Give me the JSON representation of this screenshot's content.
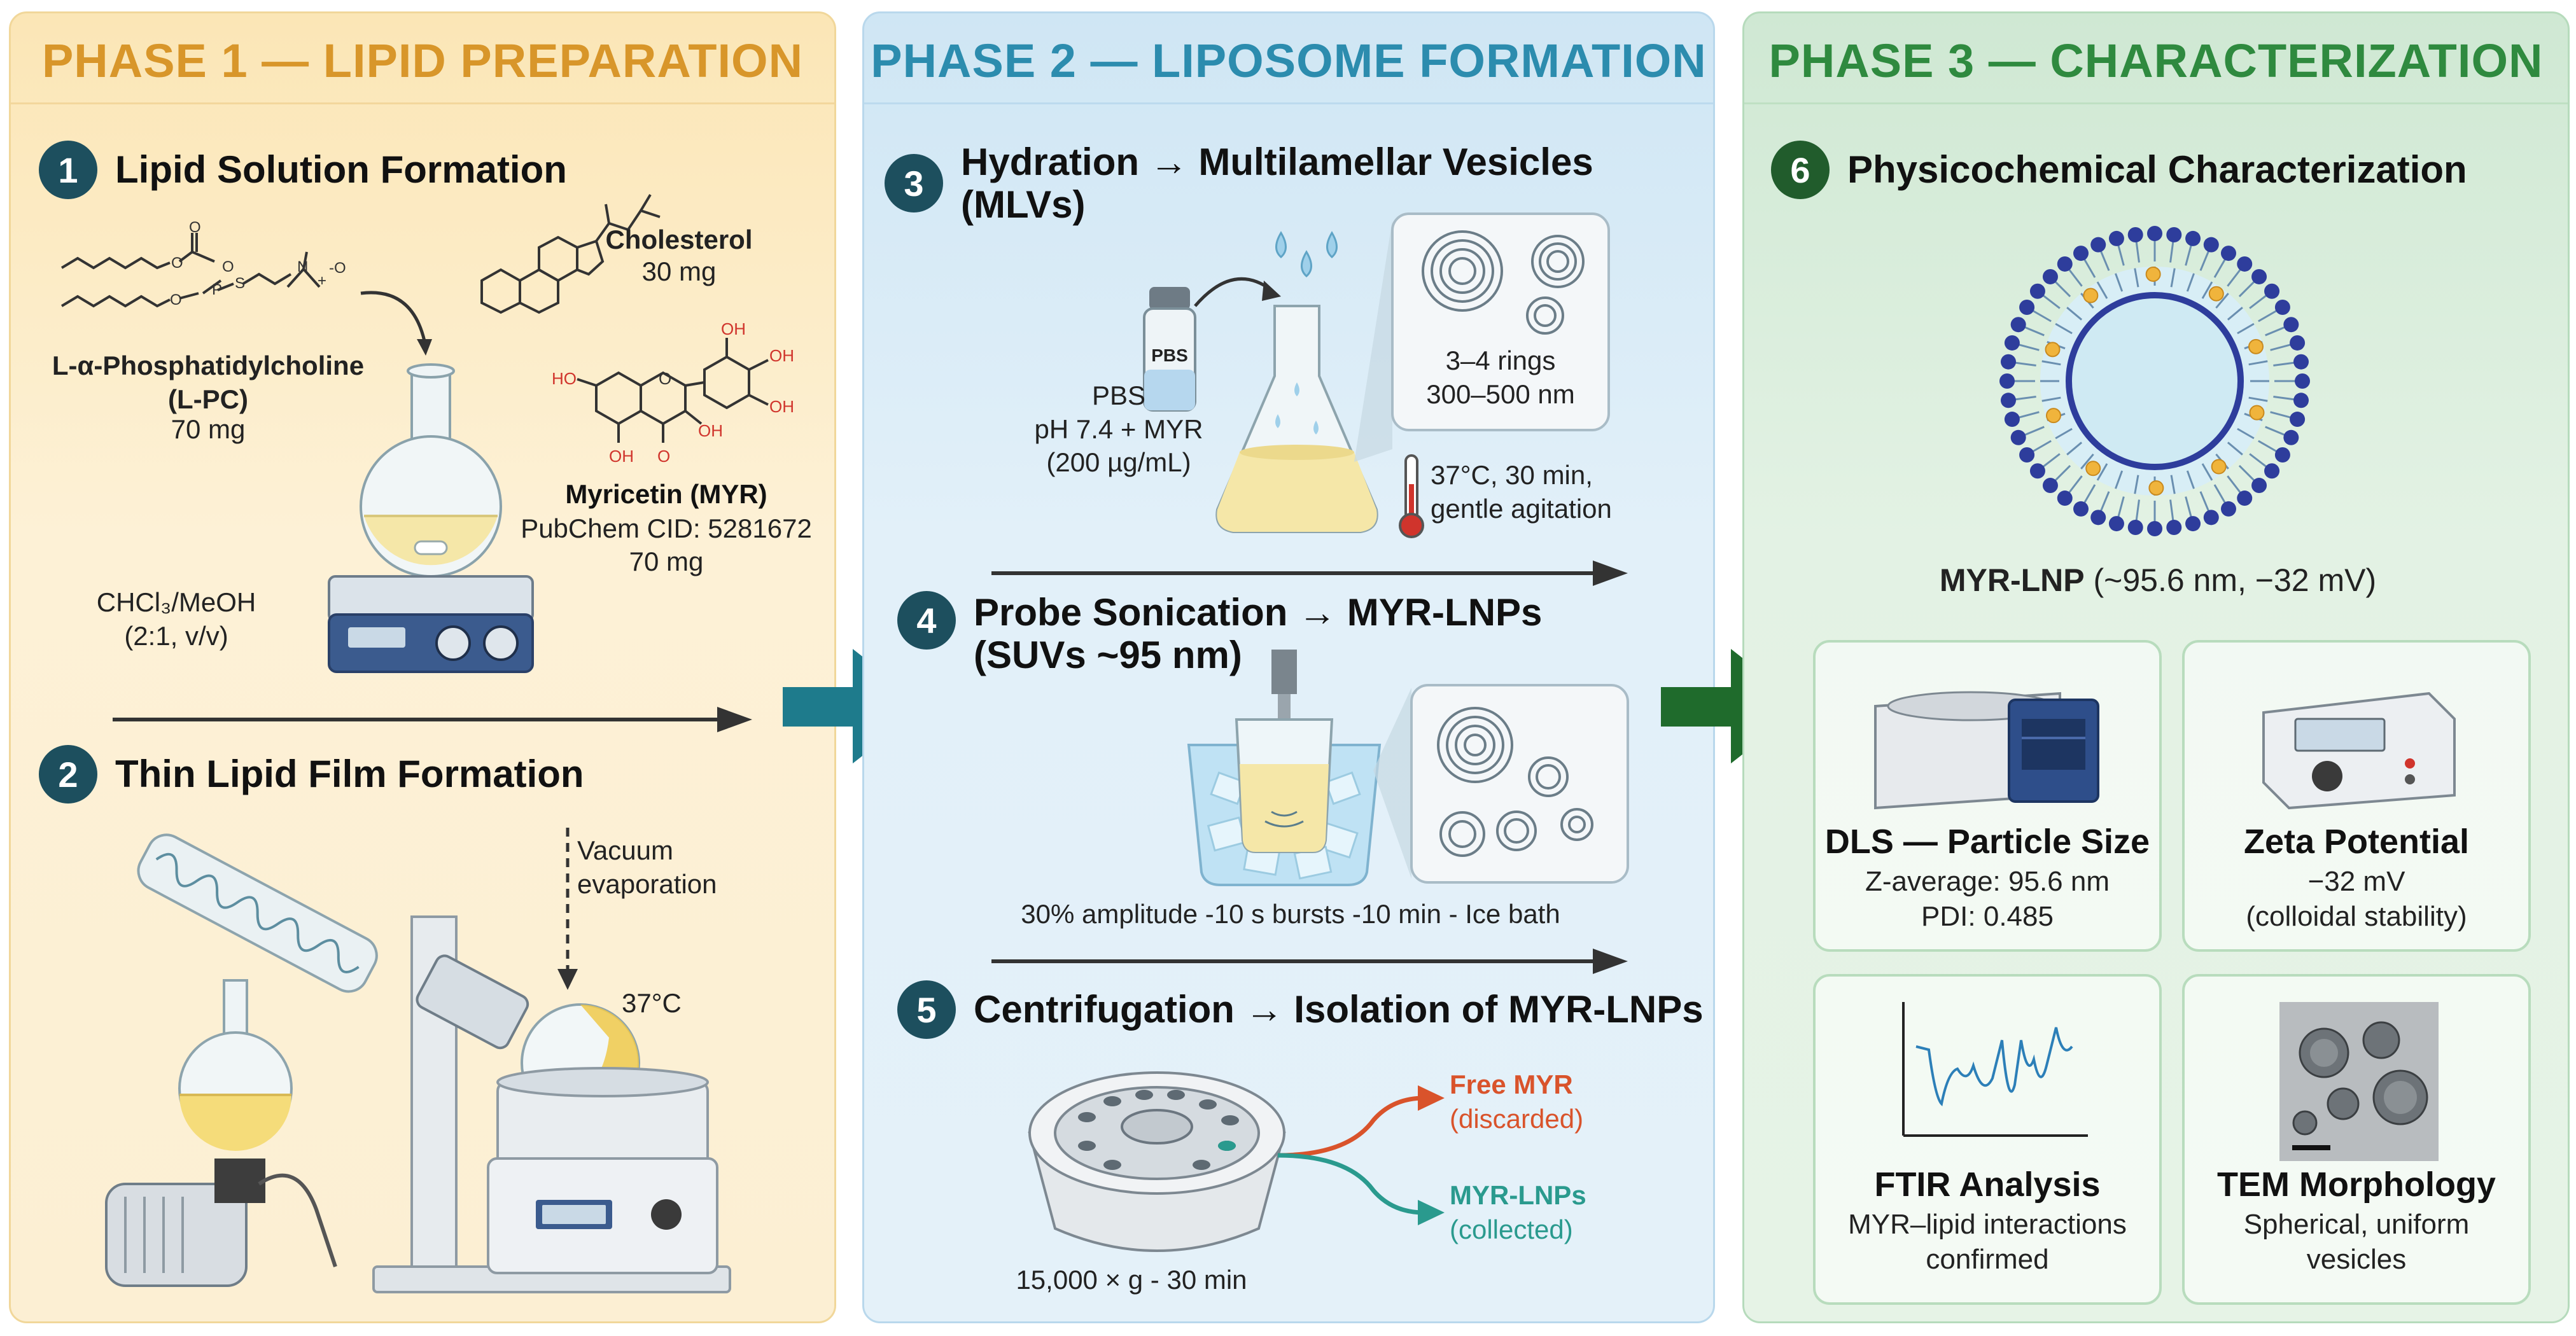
{
  "phase1": {
    "title": "PHASE 1 — LIPID PREPARATION",
    "step1": {
      "num": "1",
      "title": "Lipid Solution Formation"
    },
    "lpc": {
      "name_line1": "L-α-Phosphatidylcholine",
      "name_line2": "(L-PC)",
      "amount": "70 mg"
    },
    "cholesterol": {
      "name": "Cholesterol",
      "amount": "30 mg"
    },
    "myricetin": {
      "name": "Myricetin (MYR)",
      "cid": "PubChem CID: 5281672",
      "amount": "70 mg"
    },
    "solvent": {
      "line1": "CHCl₃/MeOH",
      "line2": "(2:1, v/v)"
    },
    "step2": {
      "num": "2",
      "title": "Thin Lipid Film Formation"
    },
    "vacuum": {
      "line1": "Vacuum",
      "line2": "evaporation"
    },
    "temp": "37°C"
  },
  "phase2": {
    "title": "PHASE 2 — LIPOSOME FORMATION",
    "step3": {
      "num": "3",
      "title": "Hydration → Multilamellar Vesicles (MLVs)"
    },
    "pbs_label": "PBS",
    "pbs": {
      "line1": "PBS",
      "line2": "pH 7.4 + MYR",
      "line3": "(200 µg/mL)"
    },
    "rings": {
      "line1": "3–4 rings",
      "line2": "300–500 nm"
    },
    "conditions": {
      "line1": "37°C, 30 min,",
      "line2": "gentle agitation"
    },
    "step4": {
      "num": "4",
      "title_line1": "Probe Sonication → MYR-LNPs",
      "title_line2": "(SUVs ~95 nm)"
    },
    "sonication": "30% amplitude ‐10 s  bursts ‐10 min ‐ Ice bath",
    "step5": {
      "num": "5",
      "title": "Centrifugation → Isolation of MYR-LNPs"
    },
    "free": {
      "line1": "Free MYR",
      "line2": "(discarded)"
    },
    "collected": {
      "line1": "MYR-LNPs",
      "line2": "(collected)"
    },
    "spin": "15,000 × g ‐ 30 min"
  },
  "phase3": {
    "title": "PHASE 3 — CHARACTERIZATION",
    "step6": {
      "num": "6",
      "title": "Physicochemical Characterization"
    },
    "lnp": {
      "name": "MYR-LNP",
      "props": " (~95.6 nm, −32 mV)"
    },
    "dls": {
      "title": "DLS — Particle Size",
      "line1": "Z-average: 95.6 nm",
      "line2": "PDI: 0.485"
    },
    "zeta": {
      "title": "Zeta Potential",
      "line1": "−32 mV",
      "line2": "(colloidal stability)"
    },
    "ftir": {
      "title": "FTIR Analysis",
      "line1": "MYR–lipid interactions",
      "line2": "confirmed"
    },
    "tem": {
      "title": "TEM Morphology",
      "line1": "Spherical, uniform",
      "line2": "vesicles"
    }
  },
  "colors": {
    "orange": "#d8962a",
    "blue": "#2c8cae",
    "green": "#2f8a3f",
    "teal_arrow": "#1e7b8c",
    "green_arrow": "#1f6b2c",
    "free_red": "#d9532b",
    "collected_teal": "#2a9a8e"
  }
}
